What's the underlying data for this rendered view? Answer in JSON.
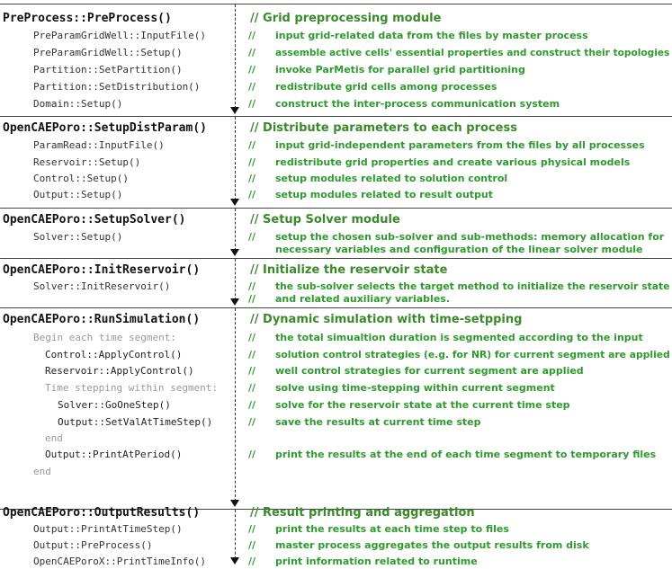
{
  "sections": [
    {
      "head": "PreProcess::PreProcess()",
      "head_comment": "// Grid preprocessing module",
      "rows": [
        {
          "code": "PreParamGridWell::InputFile()",
          "comment": "input grid-related data from the files by master process"
        },
        {
          "code": "PreParamGridWell::Setup()",
          "comment": "assemble active cells' essential properties and construct their topologies"
        },
        {
          "code": "Partition::SetPartition()",
          "comment": "invoke ParMetis for parallel grid partitioning"
        },
        {
          "code": "Partition::SetDistribution()",
          "comment": "redistribute grid cells among processes"
        },
        {
          "code": "Domain::Setup()",
          "comment": "construct the inter-process communication system"
        }
      ]
    },
    {
      "head": "OpenCAEPoro::SetupDistParam()",
      "head_comment": "// Distribute parameters to each process",
      "rows": [
        {
          "code": "ParamRead::InputFile()",
          "comment": "input grid-independent parameters from the files by all processes"
        },
        {
          "code": "Reservoir::Setup()",
          "comment": "redistribute grid properties and create various physical models"
        },
        {
          "code": "Control::Setup()",
          "comment": "setup modules related to solution control"
        },
        {
          "code": "Output::Setup()",
          "comment": "setup modules related to result output"
        }
      ]
    },
    {
      "head": "OpenCAEPoro::SetupSolver()",
      "head_comment": "// Setup Solver module",
      "rows": [
        {
          "code": "Solver::Setup()",
          "comment": "setup the chosen sub-solver and sub-methods: memory allocation for necessary variables and configuration of the linear solver module"
        }
      ]
    },
    {
      "head": "OpenCAEPoro::InitReservoir()",
      "head_comment": "// Initialize the reservoir state",
      "rows": [
        {
          "code": "Solver::InitReservoir()",
          "comment": "the sub-solver selects the target method to initialize the reservoir state",
          "comment2": "and related auxiliary variables."
        }
      ]
    },
    {
      "head": "OpenCAEPoro::RunSimulation()",
      "head_comment": "// Dynamic simulation with time-setpping",
      "rows": [
        {
          "code": "Begin each time segment:",
          "comment": "the total simualtion duration is segmented according to the input"
        },
        {
          "code": "Control::ApplyControl()",
          "comment": "solution control strategies (e.g. for NR) for current segment are applied"
        },
        {
          "code": "Reservoir::ApplyControl()",
          "comment": "well control strategies for current segment are applied"
        },
        {
          "code": "Time stepping within segment:",
          "comment": "solve using time-stepping within current segment"
        },
        {
          "code": "Solver::GoOneStep()",
          "comment": "solve for the reservoir state at the current time step"
        },
        {
          "code": "Output::SetValAtTimeStep()",
          "comment": "save the results at current time step"
        },
        {
          "code": "end",
          "comment": ""
        },
        {
          "code": "Output::PrintAtPeriod()",
          "comment": "print the results at the end of each time segment to temporary files"
        },
        {
          "code": "end",
          "comment": ""
        }
      ]
    },
    {
      "head": "OpenCAEPoro::OutputResults()",
      "head_comment": "// Result printing and aggregation",
      "rows": [
        {
          "code": "Output::PrintAtTimeStep()",
          "comment": "print the results at each time step to files"
        },
        {
          "code": "Output::PreProcess()",
          "comment": "master process aggregates the output results from disk"
        },
        {
          "code": "OpenCAEPoroX::PrintTimeInfo()",
          "comment": "print information related to runtime"
        }
      ]
    }
  ],
  "comment_marker": "//"
}
